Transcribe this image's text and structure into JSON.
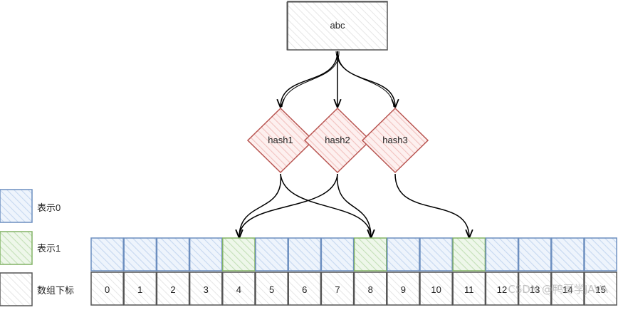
{
  "source": {
    "label": "abc"
  },
  "hashes": [
    {
      "label": "hash1",
      "target": 4
    },
    {
      "label": "hash2",
      "target": 8
    },
    {
      "label": "hash3",
      "target": 11
    }
  ],
  "legend": [
    {
      "label": "表示0",
      "kind": "zero"
    },
    {
      "label": "表示1",
      "kind": "one"
    },
    {
      "label": "数组下标",
      "kind": "index"
    }
  ],
  "bit_array": {
    "indices": [
      "0",
      "1",
      "2",
      "3",
      "4",
      "5",
      "6",
      "7",
      "8",
      "9",
      "10",
      "11",
      "12",
      "13",
      "14",
      "15"
    ],
    "bits": [
      0,
      0,
      0,
      0,
      1,
      0,
      0,
      0,
      1,
      0,
      0,
      1,
      0,
      0,
      0,
      0
    ]
  },
  "colors": {
    "zero_stroke": "#6c8ebf",
    "zero_fill": "#dae8fc",
    "one_stroke": "#82b366",
    "one_fill": "#d5e8d4",
    "hash_stroke": "#b85450",
    "hash_fill": "#f8cecc",
    "neutral_stroke": "#555555"
  },
  "watermark": "CSDN @鸭哥学JAVA"
}
